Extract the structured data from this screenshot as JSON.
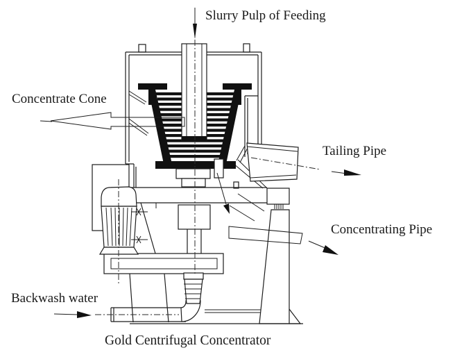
{
  "diagram": {
    "caption": "Gold Centrifugal Concentrator",
    "colors": {
      "background": "#ffffff",
      "line": "#1c1c1c",
      "text": "#1a1a1a"
    },
    "annotations": [
      {
        "id": "feed",
        "label": "Slurry Pulp of Feeding",
        "arrow": "down-into-feed-pipe"
      },
      {
        "id": "concentrate-cone",
        "label": "Concentrate Cone",
        "arrow": "block-arrow-left-from-cone"
      },
      {
        "id": "tailing-pipe",
        "label": "Tailing Pipe",
        "arrow": "right-out-of-duct"
      },
      {
        "id": "concentrating-pipe",
        "label": "Concentrating Pipe",
        "arrow": "down-right-out-of-chute"
      },
      {
        "id": "backwash-water",
        "label": "Backwash water",
        "arrow": "right-into-pipe"
      }
    ]
  }
}
